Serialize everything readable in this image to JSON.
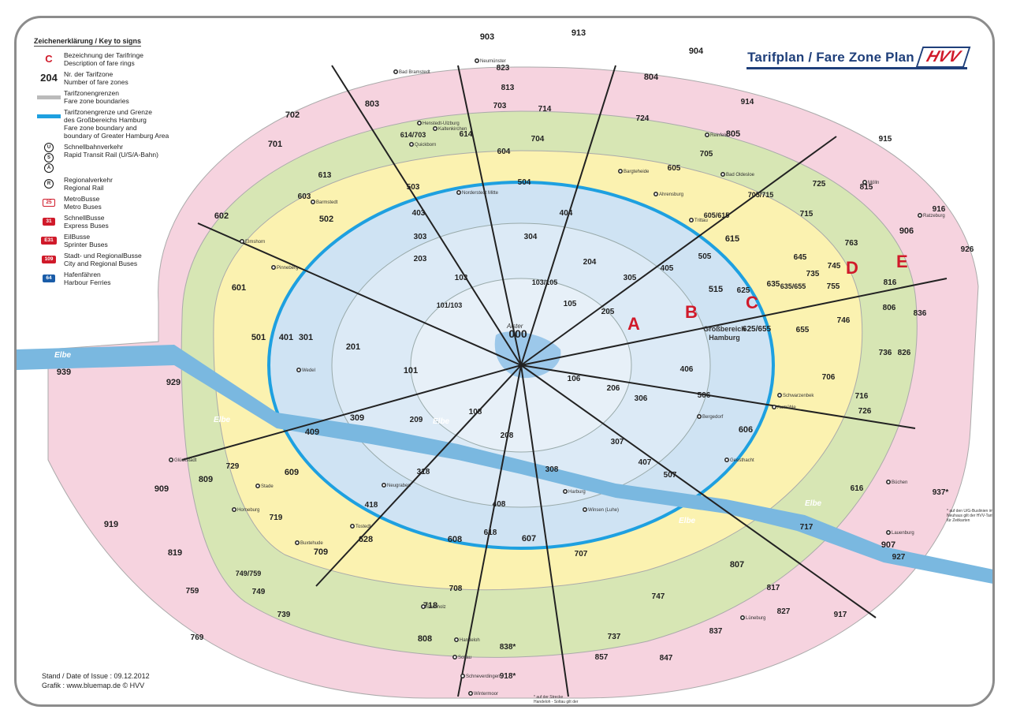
{
  "title": "Tarifplan / Fare Zone Plan",
  "logo": "HVV",
  "legend": {
    "heading": "Zeichenerklärung / Key to signs",
    "items": [
      {
        "symbol": "C",
        "de": "Bezeichnung der Tarifringe",
        "en": "Description of fare rings"
      },
      {
        "symbol": "204",
        "de": "Nr. der Tarifzone",
        "en": "Number of fare zones"
      },
      {
        "symbol": "grey-line",
        "de": "Tarifzonengrenzen",
        "en": "Fare zone boundaries"
      },
      {
        "symbol": "blue-line",
        "de": "Tarifzonengrenze und Grenze des Großbereichs Hamburg",
        "en": "Fare zone boundary and boundary of Greater Hamburg Area",
        "de2": "des Großbereichs Hamburg",
        "en2": "boundary of Greater Hamburg Area"
      },
      {
        "symbol": "usa",
        "de": "Schnellbahnverkehr",
        "en": "Rapid Transit Rail (U/S/A-Bahn)"
      },
      {
        "symbol": "r",
        "de": "Regionalverkehr",
        "en": "Regional Rail"
      },
      {
        "symbol": "metro-bus",
        "badge": "25",
        "de": "MetroBusse",
        "en": "Metro Buses"
      },
      {
        "symbol": "express-bus",
        "badge": "31",
        "de": "SchnellBusse",
        "en": "Express Buses"
      },
      {
        "symbol": "sprinter-bus",
        "badge": "E31",
        "de": "EilBusse",
        "en": "Sprinter Buses"
      },
      {
        "symbol": "city-bus",
        "badge": "109",
        "de": "Stadt- und RegionalBusse",
        "en": "City and Regional Buses"
      },
      {
        "symbol": "ferry",
        "badge": "64",
        "de": "Hafenfähren",
        "en": "Harbour Ferries"
      }
    ]
  },
  "footer": {
    "issue": "Stand / Date of Issue : 09.12.2012",
    "credit": "Grafik : www.bluemap.de © HVV"
  },
  "rings": [
    "A",
    "B",
    "C",
    "D",
    "E"
  ],
  "center_zone": "000",
  "area_label": [
    "Großbereich",
    "Hamburg"
  ],
  "water": {
    "river": "Elbe",
    "lake": "Alster"
  },
  "zones_inner": [
    "101",
    "103",
    "105",
    "106",
    "108",
    "201",
    "203",
    "204",
    "205",
    "206",
    "208",
    "209",
    "301",
    "303",
    "304",
    "305",
    "306",
    "307",
    "308",
    "309",
    "318",
    "401",
    "403",
    "404",
    "405",
    "406",
    "407",
    "408",
    "409",
    "418",
    "501",
    "502",
    "503",
    "504",
    "505",
    "506",
    "507",
    "515"
  ],
  "zones_outer": [
    "601",
    "602",
    "603",
    "604",
    "605",
    "606",
    "607",
    "608",
    "609",
    "613",
    "614",
    "615",
    "616",
    "618",
    "625",
    "628",
    "635",
    "645",
    "655",
    "701",
    "702",
    "703",
    "704",
    "705",
    "706",
    "707",
    "708",
    "709",
    "714",
    "715",
    "716",
    "717",
    "718",
    "719",
    "724",
    "725",
    "726",
    "729",
    "735",
    "736",
    "737",
    "739",
    "745",
    "746",
    "747",
    "749",
    "755",
    "759",
    "763",
    "769",
    "803",
    "804",
    "805",
    "806",
    "807",
    "808",
    "809",
    "813",
    "815",
    "816",
    "817",
    "819",
    "823",
    "826",
    "827",
    "836",
    "837",
    "847",
    "857",
    "903",
    "904",
    "906",
    "907",
    "909",
    "913",
    "914",
    "915",
    "916",
    "917",
    "919",
    "926",
    "927",
    "929",
    "939"
  ],
  "zones_split": [
    "101/103",
    "103/105",
    "614/703",
    "605/615",
    "705/715",
    "635/655",
    "625/655",
    "749/759"
  ],
  "asterisk_zones": [
    "937*",
    "838*",
    "918*"
  ],
  "note_937": "* auf den U/G-Buslinien im Amt Neuhaus gilt der HVV-Tarif nur für Zeitkarten",
  "note_838": "* auf der Strecke Handeloh - Soltau gilt der HVV-Tarif nur für Zeitkarten",
  "places": [
    "Barmstedt",
    "Elmshorn",
    "Pinneberg",
    "Wedel",
    "Norderstedt Mitte",
    "Quickborn",
    "Kaltenkirchen",
    "Henstedt-Ulzburg",
    "Bad Bramstedt",
    "Ahrensburg",
    "Bad Oldesloe",
    "Reinfeld",
    "Bargteheide",
    "Trittau",
    "Schwarzenbek",
    "Geesthacht",
    "Lauenburg",
    "Büchen",
    "Mölln",
    "Ratzeburg",
    "Winsen (Luhe)",
    "Lüneburg",
    "Buchholz",
    "Tostedt",
    "Stade",
    "Buxtehude",
    "Neugraben",
    "Harburg",
    "Bergedorf",
    "Aumühle",
    "Neumünster",
    "Glückstadt",
    "Horneburg",
    "Soltau",
    "Schneverdingen",
    "Handeloh",
    "Wintermoor"
  ]
}
